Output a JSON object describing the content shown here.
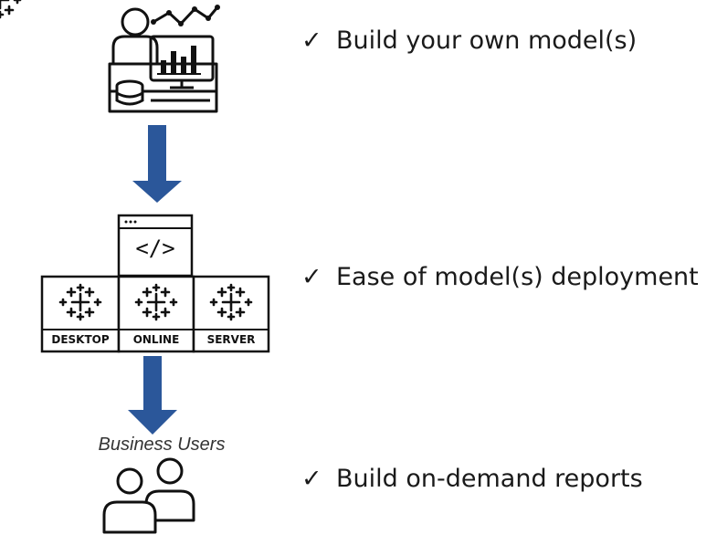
{
  "benefits": [
    {
      "check": "✓",
      "text": "Build your own model(s)"
    },
    {
      "check": "✓",
      "text": "Ease of model(s) deployment"
    },
    {
      "check": "✓",
      "text": "Build on-demand reports"
    }
  ],
  "deployment": {
    "code_glyph": "</>",
    "targets": [
      "DESKTOP",
      "ONLINE",
      "SERVER"
    ]
  },
  "users": {
    "label": "Business Users"
  },
  "colors": {
    "arrow": "#2B579A",
    "ink": "#111111"
  },
  "icons": {
    "top": "analyst-dashboard-icon",
    "middle": "tableau-logo-icon",
    "bottom": "business-users-icon"
  }
}
